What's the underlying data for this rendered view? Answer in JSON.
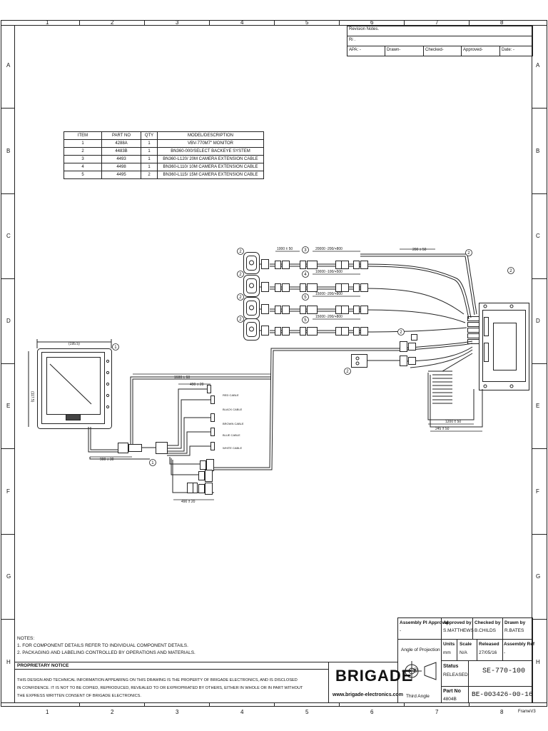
{
  "frame": {
    "columns": [
      "1",
      "2",
      "3",
      "4",
      "5",
      "6",
      "7",
      "8"
    ],
    "rows": [
      "A",
      "B",
      "C",
      "D",
      "E",
      "F",
      "G",
      "H"
    ]
  },
  "revision": {
    "notes_label": "Revision Notes.",
    "ri_label": "Ri .",
    "apa_label": "APA: -",
    "drawn_label": "Drawn-",
    "checked_label": "Checked-",
    "approved_label": "Approved-",
    "date_label": "Date: -"
  },
  "bom": {
    "headers": [
      "ITEM",
      "PART NO",
      "QTY",
      "MODEL/DESCRIPTION"
    ],
    "rows": [
      {
        "item": "1",
        "part": "4288A",
        "qty": "1",
        "desc": "VBV-770M7\" MONITOR"
      },
      {
        "item": "2",
        "part": "4483B",
        "qty": "1",
        "desc": "BN360-000/SELECT BACKEYE SYSTEM"
      },
      {
        "item": "3",
        "part": "4493",
        "qty": "1",
        "desc": "BN360-L120/ 20M CAMERA EXTENSION CABLE"
      },
      {
        "item": "4",
        "part": "4498",
        "qty": "1",
        "desc": "BN360-L110/ 10M CAMERA EXTENSION CABLE"
      },
      {
        "item": "5",
        "part": "4495",
        "qty": "2",
        "desc": "BN360-L115/ 15M CAMERA EXTENSION CABLE"
      }
    ]
  },
  "dimensions": {
    "d1000": "1000 ± 50",
    "d20000": "20000 -200/+800",
    "d10000": "10000 -100/+500",
    "d15000a": "15000 -200/+800",
    "d15000b": "15000 -200/+800",
    "d200": "200 ± 50",
    "d195": "(195.5)",
    "d117": "(117.5)",
    "d1600": "1600 ± 60",
    "d490a": "490 ± 20",
    "d900": "900 ± 30",
    "d490b": "490 ± 20",
    "d1200": "1200 ± 50",
    "d245": "245 ± 50"
  },
  "wire_labels": [
    "RED CABLE",
    "BLACK CABLE",
    "BROWN CABLE",
    "BLUE CABLE",
    "WHITE CABLE"
  ],
  "balloons": {
    "monitor": "1",
    "harness": "1",
    "cam1": "2",
    "cam2": "2",
    "cam3": "2",
    "cam4": "2",
    "box": "2",
    "top": "2",
    "switch": "2",
    "mid": "2",
    "ext1": "3",
    "ext2": "4",
    "ext3": "5",
    "ext4": "5"
  },
  "notes": {
    "title": "NOTES:",
    "lines": [
      "1. FOR COMPONENT DETAILS REFER TO INDIVIDUAL COMPONENT DETAILS.",
      "2. PACKAGING AND LABELING CONTROLLED BY OPERATIONS AND MATERIALS."
    ]
  },
  "proprietary": {
    "title": "PROPRIETARY NOTICE",
    "text": [
      "THIS DESIGN AND TECHNICAL INFORMATION APPEARING ON THIS DRAWING IS THE PROPERTY OF BRIGADE ELECTRONICS, AND IS DISCLOSED",
      "IN CONFIDENCE. IT IS NOT TO BE COPIED, REPRODUCED, REVEALED TO OR EXPROPRIATED BY OTHERS, EITHER IN WHOLE OR IN PART WITHOUT",
      "THE EXPRESS WRITTEN CONSENT OF BRIGADE ELECTRONICS."
    ]
  },
  "brand": {
    "logo": "BRIGADE",
    "registered": "®",
    "url": "www.brigade-electronics.com"
  },
  "title_block": {
    "assembly_pi_approval_label": "Assembly PI Approval",
    "assembly_pi_approval_value": "-",
    "approved_by_label": "Approved by",
    "approved_by_value": "S.MATTHEWS",
    "checked_by_label": "Checked by",
    "checked_by_value": "B.CHILDS",
    "drawn_by_label": "Drawn by",
    "drawn_by_value": "R.BATES",
    "angle_label": "Angle of Projection",
    "units_label": "Units",
    "units_value": "mm",
    "scale_label": "Scale",
    "scale_value": "N/A",
    "released_label": "Released",
    "released_value": "27/05/16",
    "assembly_ref_label": "Assembly Ref",
    "assembly_ref_value": "-",
    "status_label": "Status",
    "status_value": "RELEASED",
    "doc_title": "SE-770-100",
    "third_angle": "Third Angle",
    "part_no_label": "Part No",
    "part_no_value": "4804B",
    "drawing_no": "BE-003426-00-16"
  },
  "frame_tag": "FrameV3"
}
